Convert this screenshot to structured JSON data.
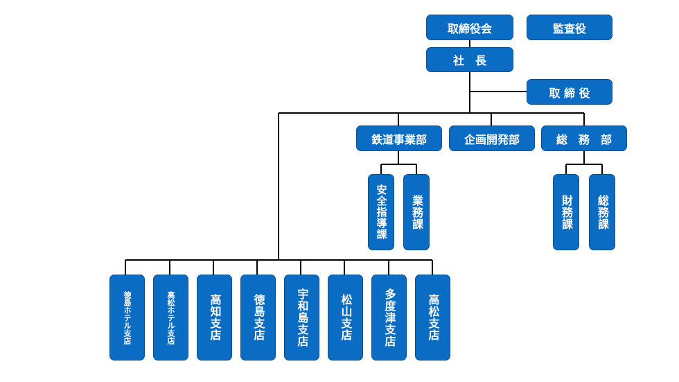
{
  "top": {
    "board": "取締役会",
    "auditor": "監査役",
    "president": "社　長",
    "director": "取 締 役"
  },
  "departments": {
    "railway": "鉄道事業部",
    "planning": "企画開発部",
    "general_affairs": "総　務　部"
  },
  "sections": {
    "safety_guidance": "安全指導課",
    "operations": "業務課",
    "finance": "財務課",
    "general": "総務課"
  },
  "branches": [
    "徳島ホテル支店",
    "高松ホテル支店",
    "高知支店",
    "徳島支店",
    "宇和島支店",
    "松山支店",
    "多度津支店",
    "高松支店"
  ],
  "colors": {
    "box_fill": "#0b6cc4",
    "box_border": "#0a4f8f",
    "line": "#000000"
  }
}
